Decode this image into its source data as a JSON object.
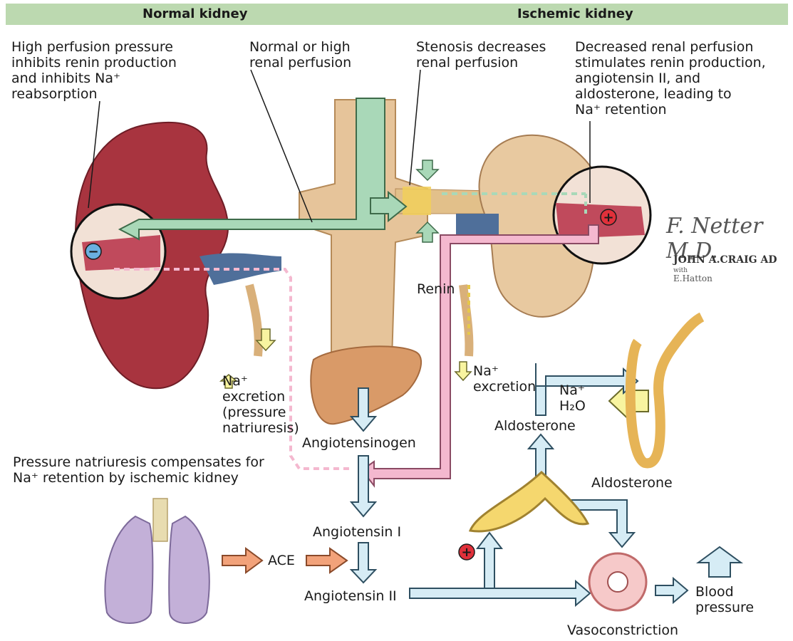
{
  "header": {
    "left_title": "Normal kidney",
    "right_title": "Ischemic kidney"
  },
  "labels": {
    "high_perfusion": "High perfusion pressure\ninhibits renin production\nand inhibits Na⁺\nreabsorption",
    "normal_or_high": "Normal or high\nrenal perfusion",
    "stenosis": "Stenosis decreases\nrenal perfusion",
    "decreased": "Decreased renal perfusion\nstimulates renin production,\nangiotensin II, and\naldosterone, leading to\nNa⁺ retention",
    "renin": "Renin",
    "na_excretion_left": "Na⁺\nexcretion\n(pressure\nnatriuresis)",
    "na_excretion_right": "Na⁺\nexcretion",
    "na_h2o": "Na⁺\nH₂O",
    "aldosterone_upper": "Aldosterone",
    "aldosterone_right": "Aldosterone",
    "angiotensinogen": "Angiotensinogen",
    "pressure_natriuresis": "Pressure natriuresis compensates for\nNa⁺ retention by ischemic kidney",
    "angiotensin_i": "Angiotensin I",
    "ace": "ACE",
    "angiotensin_ii": "Angiotensin II",
    "vasoconstriction": "Vasoconstriction",
    "blood_pressure": "Blood\npressure"
  },
  "signature": {
    "netter": "F. Netter M.D.",
    "craig": "JOHN A.CRAIG AD",
    "with": "with",
    "hatton": "E.Hatton"
  },
  "signs": {
    "minus": "−",
    "plus": "+"
  },
  "colors": {
    "header_bg": "#bcd9b0",
    "green_arrow": "#a9d8b8",
    "pink_arrow": "#f4b8cf",
    "blue_arrow": "#d6ecf5",
    "orange_arrow": "#f2a27a",
    "yellow_arrow": "#f8f4a0",
    "kidney": "#a8343f",
    "aorta": "#e6c49a",
    "liver": "#d99a68",
    "lung": "#c3b0d8"
  }
}
